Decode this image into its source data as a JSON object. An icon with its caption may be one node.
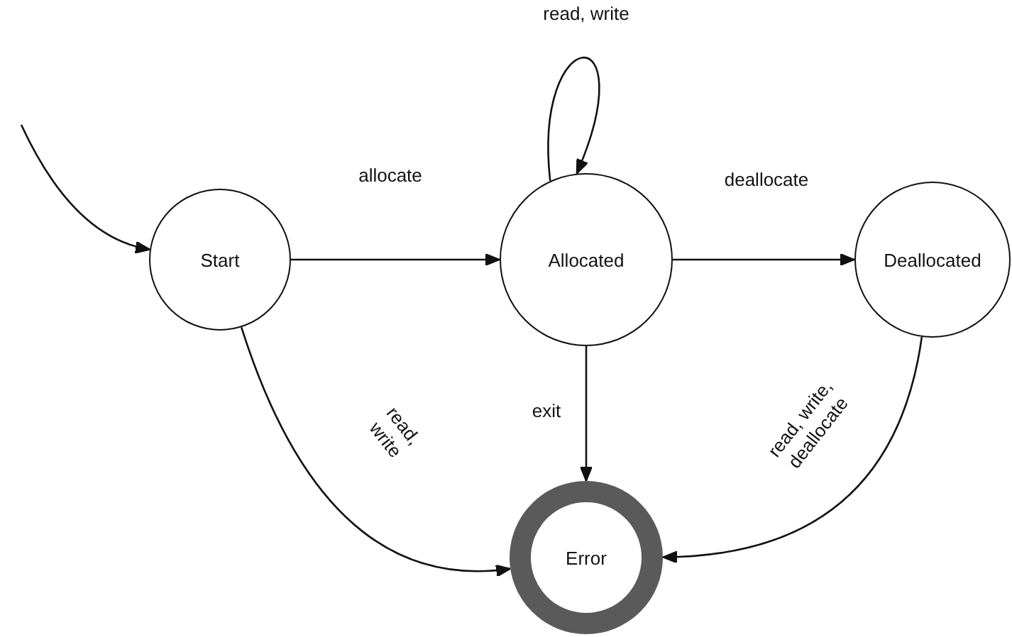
{
  "diagram": {
    "nodes": [
      {
        "text": [
          "Start"
        ]
      },
      {
        "text": [
          "Allocated"
        ]
      },
      {
        "text": [
          "Deallocated"
        ]
      },
      {
        "text": [
          "Error"
        ]
      }
    ],
    "edges": [
      {
        "from": null,
        "to": 0,
        "arrow": "to"
      },
      {
        "from": 0,
        "to": 1,
        "arrow": "to",
        "label": "allocate"
      },
      {
        "from": 1,
        "to": 1,
        "arrow": "to",
        "label": "read, write"
      },
      {
        "from": 1,
        "to": 2,
        "arrow": "to",
        "label": "deallocate"
      },
      {
        "from": 1,
        "to": 3,
        "arrow": "to",
        "label": "exit"
      },
      {
        "from": 0,
        "to": 3,
        "arrow": "to",
        "label": "read, write"
      },
      {
        "from": 2,
        "to": 3,
        "arrow": "to",
        "label": "read, write, deallocate"
      }
    ]
  }
}
